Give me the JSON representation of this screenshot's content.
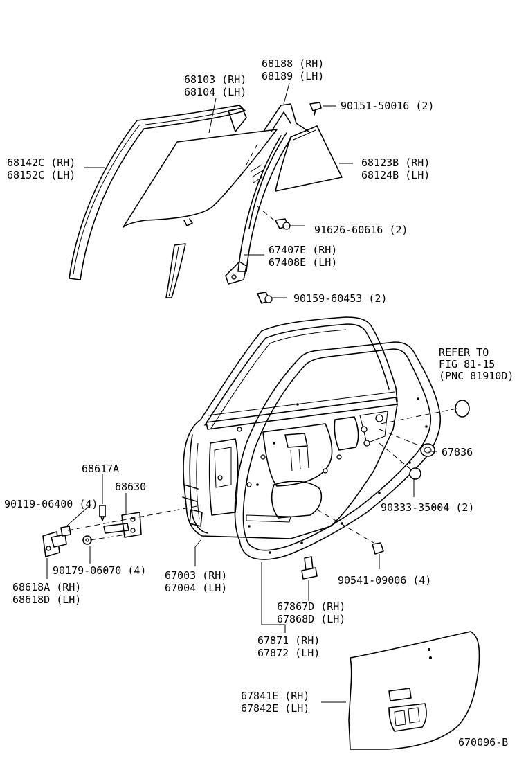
{
  "figure_code": "670096-B",
  "labels": {
    "l_68188": "68188 (RH)",
    "l_68189": "68189 (LH)",
    "l_68103": "68103 (RH)",
    "l_68104": "68104 (LH)",
    "l_90151": "90151-50016 (2)",
    "l_68142c": "68142C (RH)",
    "l_68152c": "68152C (LH)",
    "l_68123b": "68123B (RH)",
    "l_68124b": "68124B (LH)",
    "l_91626": "91626-60616 (2)",
    "l_67407e": "67407E (RH)",
    "l_67408e": "67408E (LH)",
    "l_90159": "90159-60453 (2)",
    "l_refer1": "REFER TO",
    "l_refer2": "FIG 81-15",
    "l_refer3": "(PNC 81910D)",
    "l_67836": "67836",
    "l_68617a": "68617A",
    "l_68630": "68630",
    "l_90119": "90119-06400 (4)",
    "l_90333": "90333-35004 (2)",
    "l_90179": "90179-06070 (4)",
    "l_67003": "67003 (RH)",
    "l_67004": "67004 (LH)",
    "l_90541": "90541-09006 (4)",
    "l_68618a": "68618A (RH)",
    "l_68618d": "68618D (LH)",
    "l_67867d": "67867D (RH)",
    "l_67868d": "67868D (LH)",
    "l_67871": "67871 (RH)",
    "l_67872": "67872 (LH)",
    "l_67841e": "67841E (RH)",
    "l_67842e": "67842E (LH)"
  }
}
